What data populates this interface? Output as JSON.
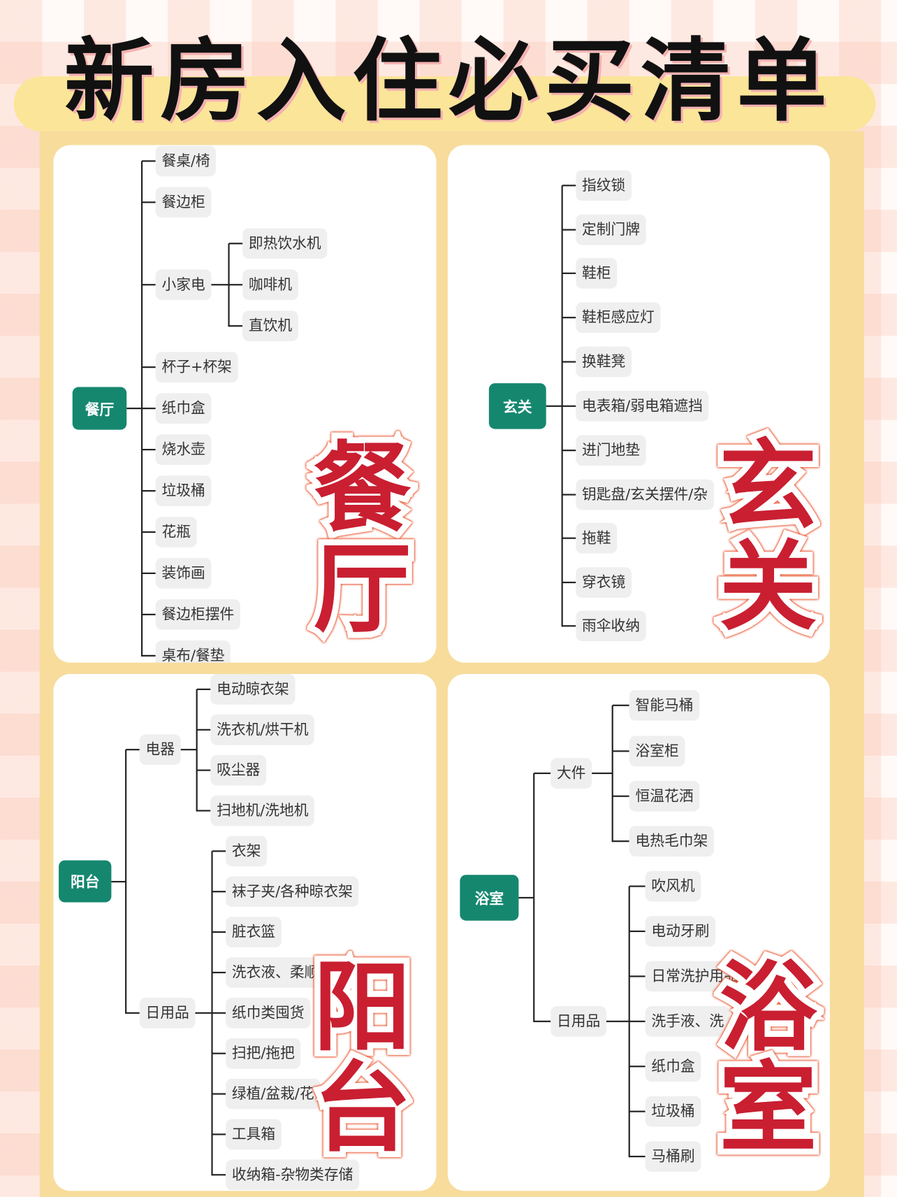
{
  "title": "新房入住必买清单",
  "colors": {
    "root_node": "#15876f",
    "big_label": "#c91f31",
    "frame": "#f7dc9c",
    "title_band": "#fbe598"
  },
  "panels": [
    {
      "root": "餐厅",
      "big_label": [
        "餐",
        "厅"
      ],
      "children": [
        {
          "label": "餐桌/椅"
        },
        {
          "label": "餐边柜"
        },
        {
          "label": "小家电",
          "children": [
            "即热饮水机",
            "咖啡机",
            "直饮机"
          ]
        },
        {
          "label": "杯子+杯架"
        },
        {
          "label": "纸巾盒"
        },
        {
          "label": "烧水壶"
        },
        {
          "label": "垃圾桶"
        },
        {
          "label": "花瓶"
        },
        {
          "label": "装饰画"
        },
        {
          "label": "餐边柜摆件"
        },
        {
          "label": "桌布/餐垫"
        }
      ]
    },
    {
      "root": "玄关",
      "big_label": [
        "玄",
        "关"
      ],
      "children": [
        {
          "label": "指纹锁"
        },
        {
          "label": "定制门牌"
        },
        {
          "label": "鞋柜"
        },
        {
          "label": "鞋柜感应灯"
        },
        {
          "label": "换鞋凳"
        },
        {
          "label": "电表箱/弱电箱遮挡"
        },
        {
          "label": "进门地垫"
        },
        {
          "label": "钥匙盘/玄关摆件/杂"
        },
        {
          "label": "拖鞋"
        },
        {
          "label": "穿衣镜"
        },
        {
          "label": "雨伞收纳"
        }
      ]
    },
    {
      "root": "阳台",
      "big_label": [
        "阳",
        "台"
      ],
      "children": [
        {
          "label": "电器",
          "children": [
            "电动晾衣架",
            "洗衣机/烘干机",
            "吸尘器",
            "扫地机/洗地机"
          ]
        },
        {
          "label": "日用品",
          "children": [
            "衣架",
            "袜子夹/各种晾衣架",
            "脏衣篮",
            "洗衣液、柔顺",
            "纸巾类囤货",
            "扫把/拖把",
            "绿植/盆栽/花",
            "工具箱",
            "收纳箱-杂物类存储"
          ]
        }
      ]
    },
    {
      "root": "浴室",
      "big_label": [
        "浴",
        "室"
      ],
      "children": [
        {
          "label": "大件",
          "children": [
            "智能马桶",
            "浴室柜",
            "恒温花洒",
            "电热毛巾架"
          ]
        },
        {
          "label": "日用品",
          "children": [
            "吹风机",
            "电动牙刷",
            "日常洗护用品",
            "洗手液、洗",
            "纸巾盒",
            "垃圾桶",
            "马桶刷"
          ]
        }
      ]
    }
  ]
}
